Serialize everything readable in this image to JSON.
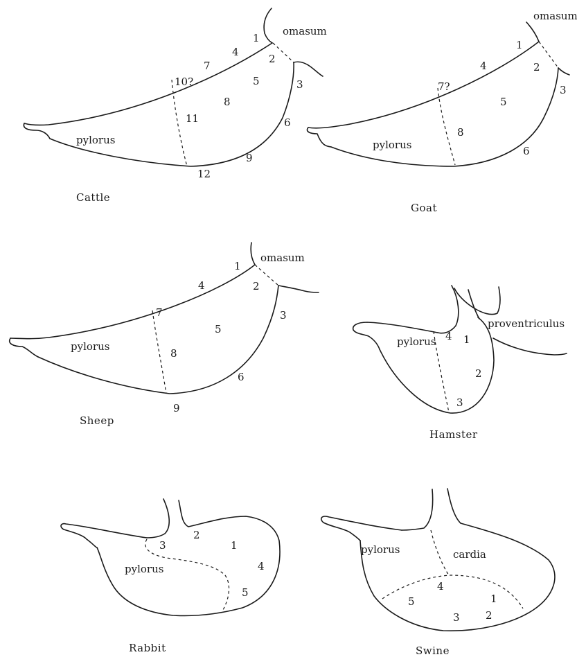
{
  "diagrams": {
    "cattle": {
      "caption": "Cattle",
      "labels": {
        "omasum": "omasum",
        "pylorus": "pylorus"
      },
      "numbers": [
        "1",
        "2",
        "3",
        "4",
        "5",
        "6",
        "7",
        "8",
        "9",
        "10?",
        "11",
        "12"
      ]
    },
    "goat": {
      "caption": "Goat",
      "labels": {
        "omasum": "omasum",
        "pylorus": "pylorus"
      },
      "numbers": [
        "1",
        "2",
        "3",
        "4",
        "5",
        "6",
        "7?",
        "8"
      ]
    },
    "sheep": {
      "caption": "Sheep",
      "labels": {
        "omasum": "omasum",
        "pylorus": "pylorus"
      },
      "numbers": [
        "1",
        "2",
        "3",
        "4",
        "5",
        "6",
        "7",
        "8",
        "9"
      ]
    },
    "hamster": {
      "caption": "Hamster",
      "labels": {
        "proventriculus": "proventriculus",
        "pylorus": "pylorus"
      },
      "numbers": [
        "1",
        "2",
        "3",
        "4"
      ]
    },
    "rabbit": {
      "caption": "Rabbit",
      "labels": {
        "pylorus": "pylorus"
      },
      "numbers": [
        "1",
        "2",
        "3",
        "4",
        "5"
      ]
    },
    "swine": {
      "caption": "Swine",
      "labels": {
        "pylorus": "pylorus",
        "cardia": "cardia"
      },
      "numbers": [
        "1",
        "2",
        "3",
        "4",
        "5"
      ]
    }
  }
}
